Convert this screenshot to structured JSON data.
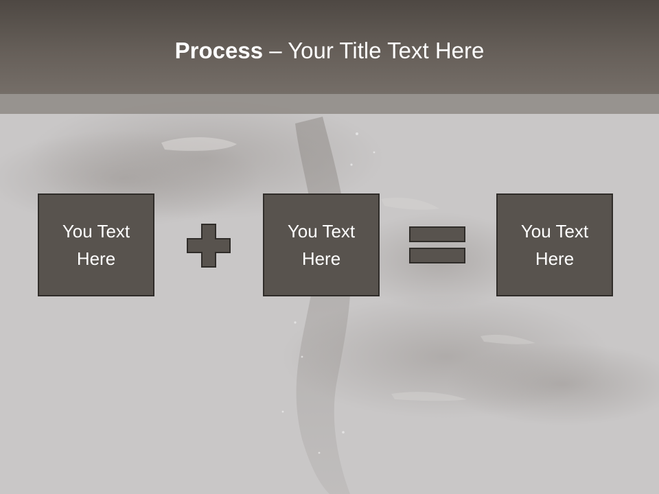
{
  "slide": {
    "title_bold": "Process",
    "title_rest": " – Your Title Text Here"
  },
  "process": {
    "steps": [
      {
        "text": "You Text Here"
      },
      {
        "text": "You Text Here"
      },
      {
        "text": "You Text Here"
      }
    ],
    "operators": [
      "plus-icon",
      "equals-icon"
    ]
  },
  "colors": {
    "title_bar": "#5f5852",
    "box_fill": "#58534e",
    "box_border": "#2f2c29",
    "background": "#c9c7c7",
    "text": "#ffffff"
  }
}
